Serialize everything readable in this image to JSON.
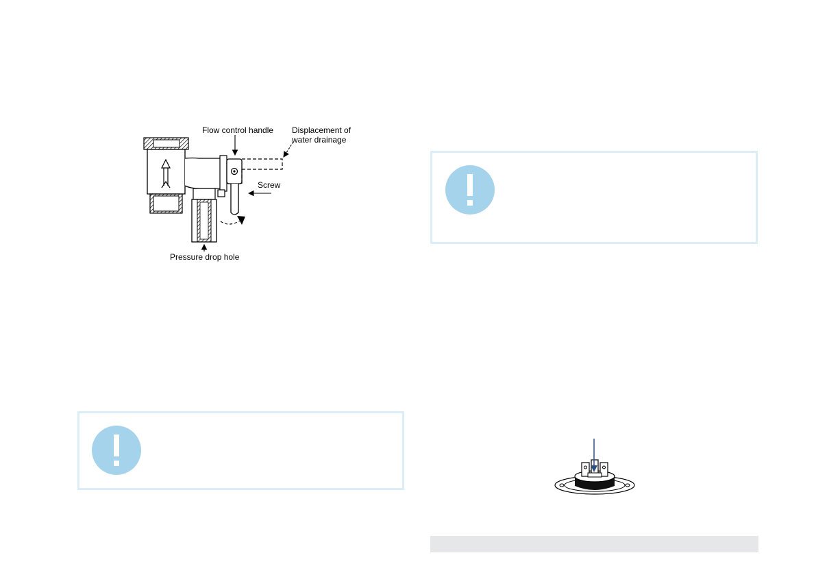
{
  "valve_diagram": {
    "labels": {
      "flow_control_handle": "Flow control handle",
      "displacement_line1": "Displacement of",
      "displacement_line2": "water drainage",
      "screw": "Screw",
      "pressure_drop_hole": "Pressure drop hole"
    }
  },
  "notes": [
    {
      "icon": "exclamation-icon",
      "text": ""
    },
    {
      "icon": "exclamation-icon",
      "text": ""
    }
  ],
  "colors": {
    "note_border": "#dbeef8",
    "note_icon": "#a6d3ec",
    "footer_bar": "#e6e7e8",
    "arrow_blue": "#2d4f7c"
  }
}
